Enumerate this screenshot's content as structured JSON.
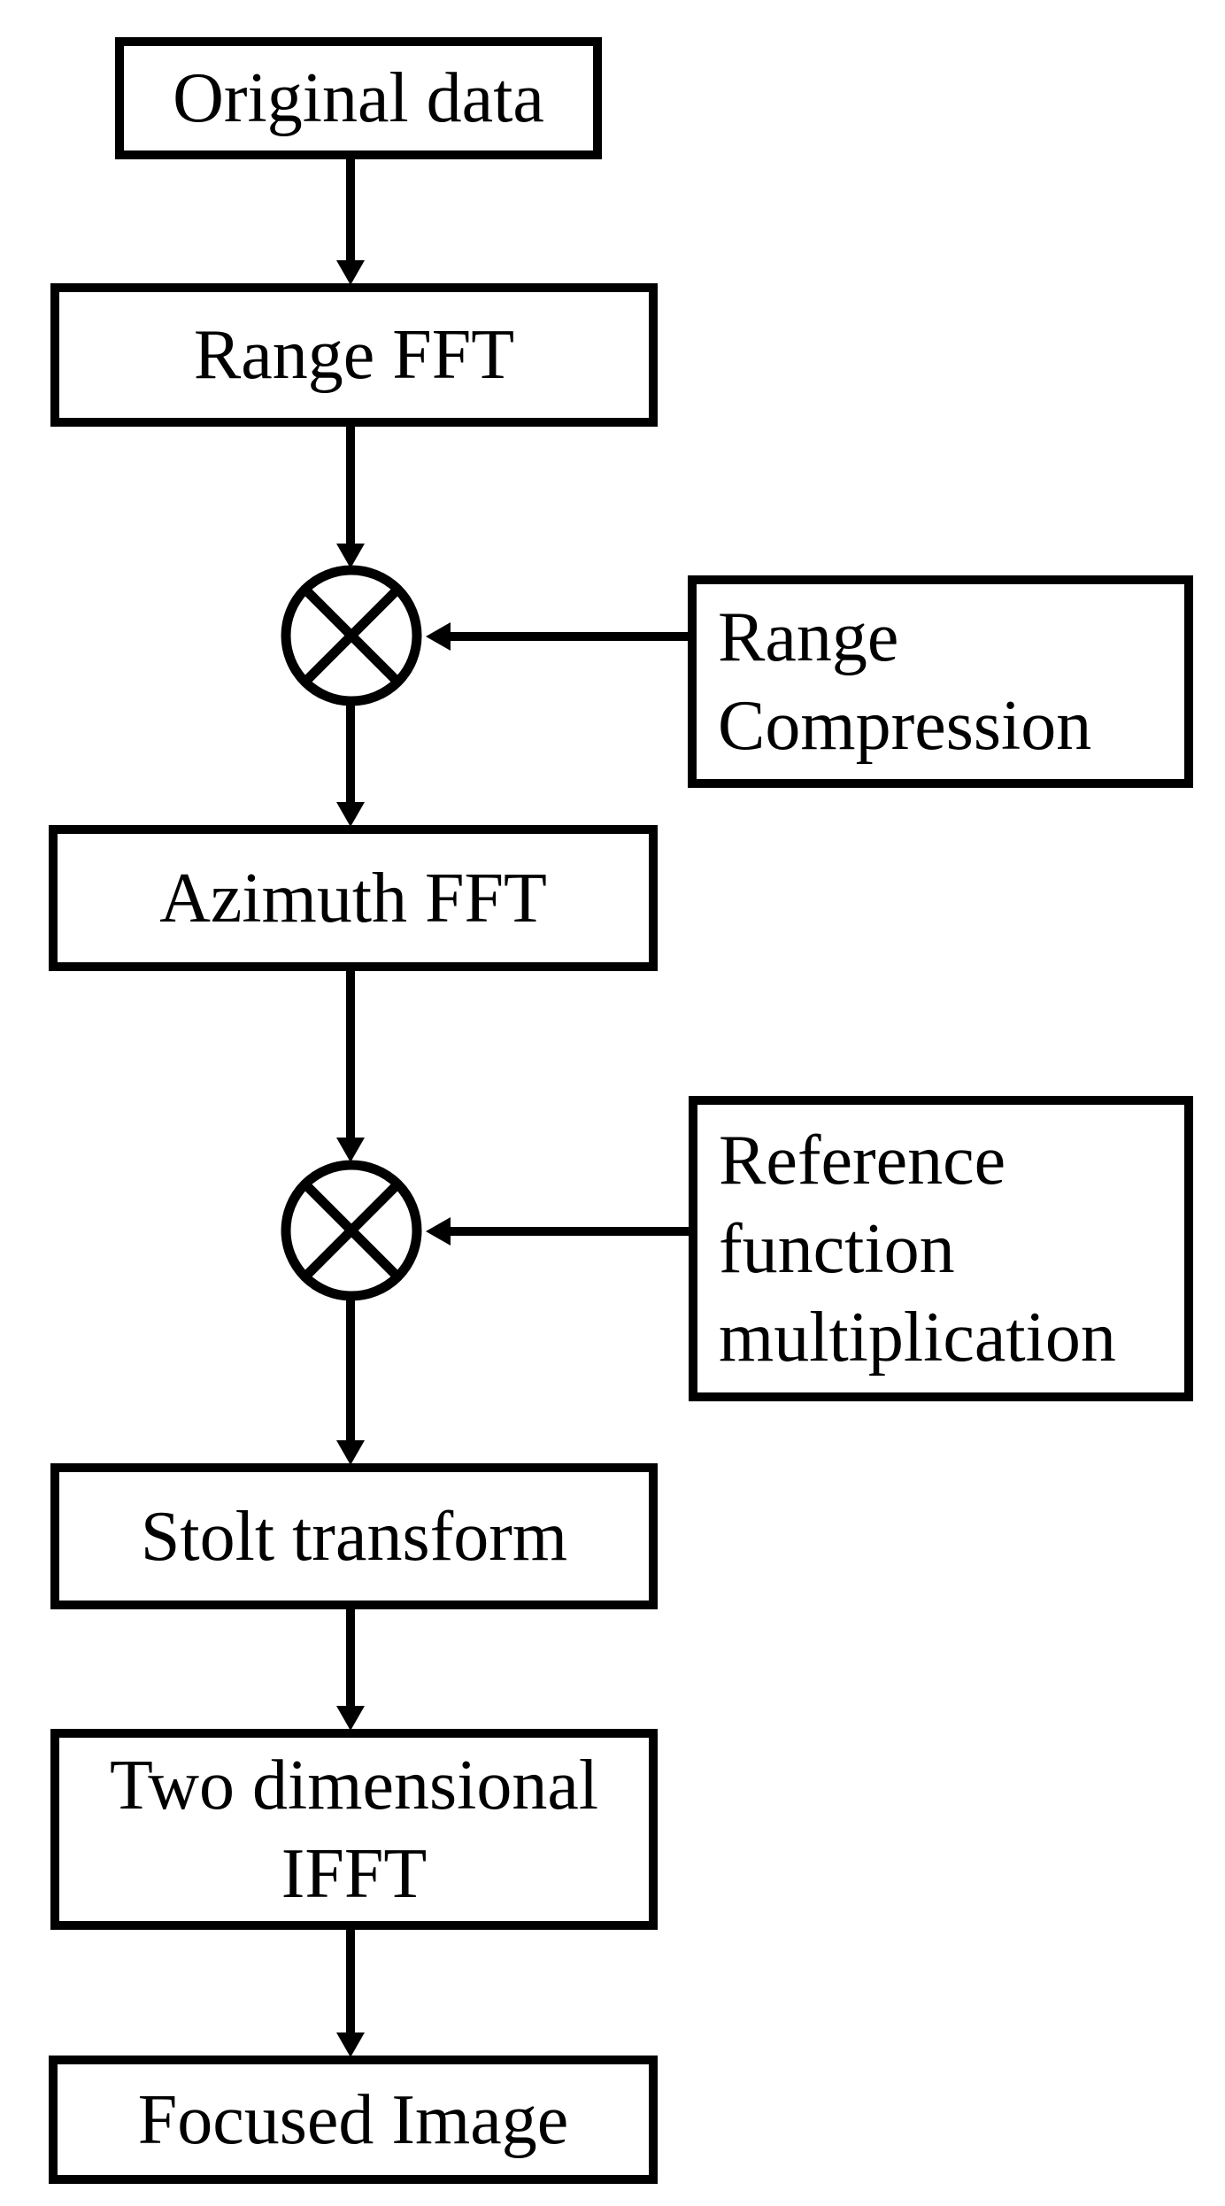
{
  "colors": {
    "stroke": "#000000",
    "background": "#ffffff"
  },
  "icons": {
    "multiplier": "circle-cross multiplication junction (otimes)"
  },
  "nodes": {
    "original_data": {
      "label": "Original data"
    },
    "range_fft": {
      "label": "Range FFT"
    },
    "range_compression": {
      "lines": [
        "Range",
        "Compression"
      ]
    },
    "azimuth_fft": {
      "label": "Azimuth FFT"
    },
    "reference_function_multiplication": {
      "lines": [
        "Reference",
        "function",
        "multiplication"
      ]
    },
    "stolt_transform": {
      "label": "Stolt transform"
    },
    "two_dimensional_ifft": {
      "lines": [
        "Two dimensional",
        "IFFT"
      ]
    },
    "focused_image": {
      "label": "Focused Image"
    }
  },
  "edges": [
    {
      "from": "Original data",
      "to": "Range FFT"
    },
    {
      "from": "Range FFT",
      "to": "multiplier-1"
    },
    {
      "from": "Range Compression",
      "to": "multiplier-1"
    },
    {
      "from": "multiplier-1",
      "to": "Azimuth FFT"
    },
    {
      "from": "Azimuth FFT",
      "to": "multiplier-2"
    },
    {
      "from": "Reference function multiplication",
      "to": "multiplier-2"
    },
    {
      "from": "multiplier-2",
      "to": "Stolt transform"
    },
    {
      "from": "Stolt transform",
      "to": "Two dimensional IFFT"
    },
    {
      "from": "Two dimensional IFFT",
      "to": "Focused Image"
    }
  ]
}
